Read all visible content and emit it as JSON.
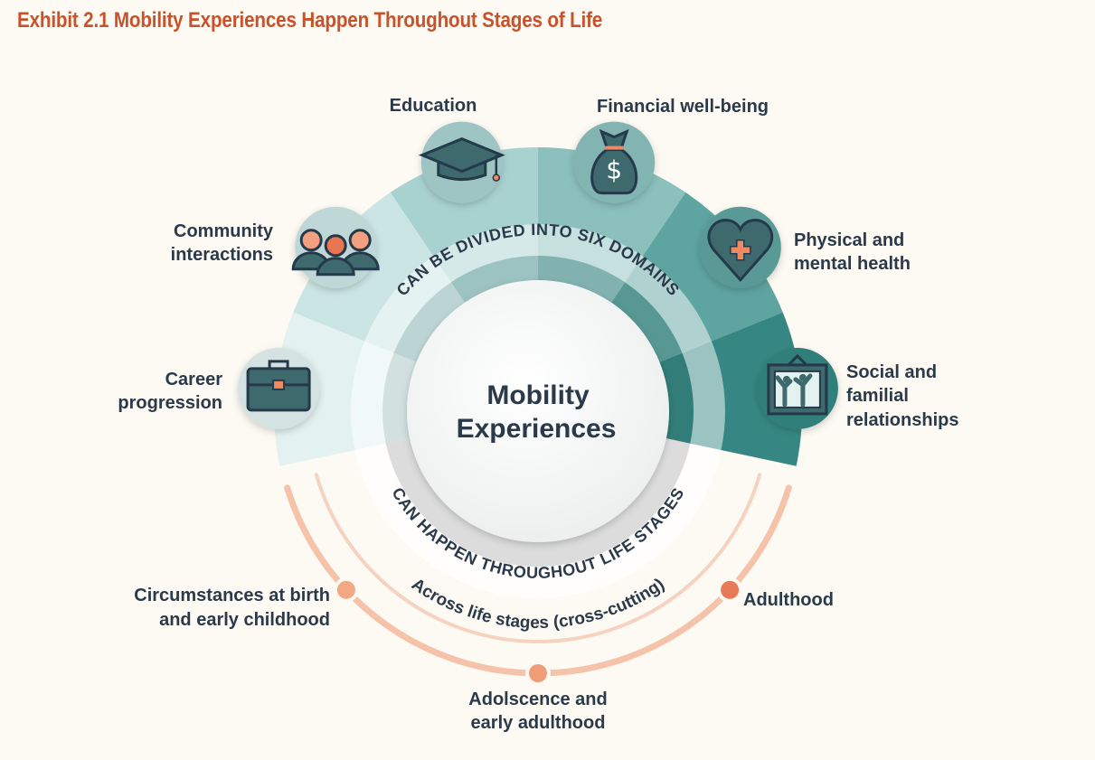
{
  "title": "Exhibit 2.1 Mobility Experiences Happen Throughout Stages of Life",
  "center": {
    "lines": [
      "Mobility",
      "Experiences"
    ]
  },
  "ring_top_text": "CAN BE DIVIDED INTO SIX DOMAINS",
  "ring_bottom_text": "CAN HAPPEN THROUGHOUT LIFE STAGES",
  "cross_cutting_text": "Across life stages (cross-cutting)",
  "domains": [
    {
      "id": "career",
      "icon": "briefcase-icon",
      "color": "#e3f1f1",
      "label": [
        "Career",
        "progression"
      ]
    },
    {
      "id": "community",
      "icon": "people-icon",
      "color": "#cbe5e4",
      "label": [
        "Community",
        "interactions"
      ]
    },
    {
      "id": "education",
      "icon": "graduation-cap-icon",
      "color": "#a8d2d0",
      "label": [
        "Education"
      ]
    },
    {
      "id": "financial",
      "icon": "money-bag-icon",
      "color": "#8bc0bd",
      "label": [
        "Financial well-being"
      ]
    },
    {
      "id": "health",
      "icon": "heart-plus-icon",
      "color": "#5ea4a0",
      "label": [
        "Physical and",
        "mental health"
      ]
    },
    {
      "id": "social",
      "icon": "family-frame-icon",
      "color": "#368783",
      "label": [
        "Social and",
        "familial",
        "relationships"
      ]
    }
  ],
  "life_stages": [
    {
      "label": [
        "Circumstances at birth",
        "and early childhood"
      ],
      "color": "#f2a883"
    },
    {
      "label": [
        "Adolscence and",
        "early adulthood"
      ],
      "color": "#f09c76"
    },
    {
      "label": [
        "Adulthood"
      ],
      "color": "#e97a58"
    }
  ],
  "colors": {
    "title": "#c8532a",
    "text": "#2b3a4a",
    "arc": "#f5c3aa",
    "background": "#fdf9f3"
  }
}
